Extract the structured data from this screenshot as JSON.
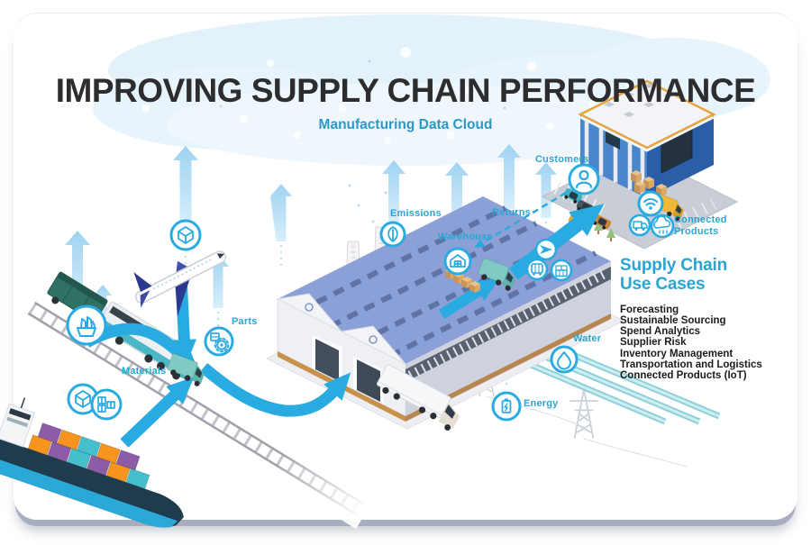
{
  "title": "IMPROVING SUPPLY CHAIN PERFORMANCE",
  "subtitle": "Manufacturing Data Cloud",
  "flow_labels": {
    "customers": "Customers",
    "emissions": "Emissions",
    "returns": "Returns",
    "warehouse": "Warehouse",
    "parts": "Parts",
    "materials": "Materials",
    "water": "Water",
    "energy": "Energy",
    "connected_products": "Connected Products"
  },
  "use_cases": {
    "heading_line1": "Supply Chain",
    "heading_line2": "Use Cases",
    "items": [
      "Forecasting",
      "Sustainable Sourcing",
      "Spend Analytics",
      "Supplier Risk",
      "Inventory Management",
      "Transportation and Logistics",
      "Connected Products (IoT)"
    ]
  },
  "icons": [
    "raw-materials-icon",
    "package-icon",
    "stacked-containers-icon",
    "parts-gear-icon",
    "emissions-leaf-icon",
    "warehouse-icon",
    "customers-person-icon",
    "airplane-icon",
    "train-car-icon",
    "cargo-crane-icon",
    "wifi-icon",
    "delivery-truck-icon",
    "cloud-download-icon",
    "water-drop-icon",
    "energy-battery-icon"
  ],
  "colors": {
    "accent_blue": "#29abe2",
    "label_teal": "#2ba6d2",
    "heading_teal": "#29a5d3",
    "title_dark": "#2d2d30",
    "arrow_light": "#bfe3f7",
    "cloud": "#e3f1fb",
    "container_orange": "#f7941d",
    "container_purple": "#8e5ba6",
    "container_teal": "#45bfce"
  }
}
